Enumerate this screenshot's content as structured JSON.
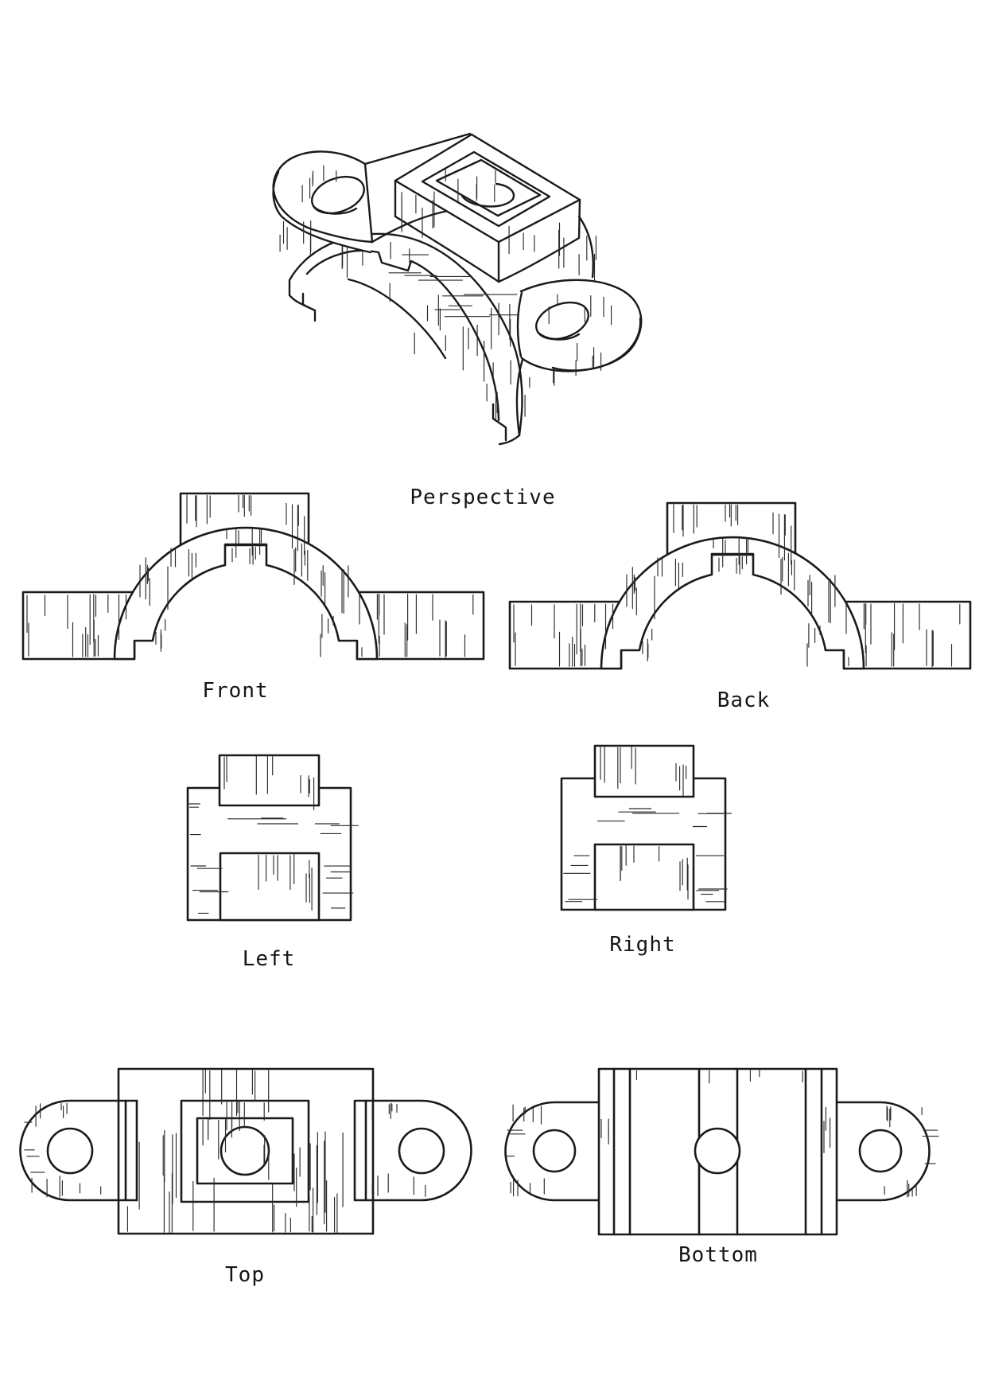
{
  "sheet": {
    "background_color": "#ffffff",
    "line_color": "#1a1a1a",
    "drawing_type": "multi-view orthographic projection of a pipe saddle clamp"
  },
  "labels": {
    "perspective": "Perspective",
    "front": "Front",
    "back": "Back",
    "left": "Left",
    "right": "Right",
    "top": "Top",
    "bottom": "Bottom"
  }
}
